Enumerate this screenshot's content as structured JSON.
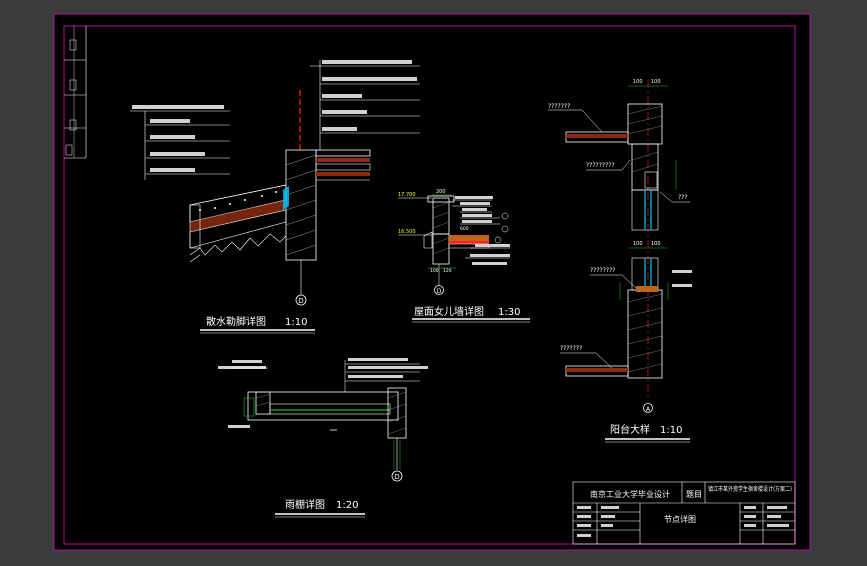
{
  "colors": {
    "viewport_bg": "#3b3b3b",
    "sheet_bg": "#000000",
    "frame": "#b0109f",
    "white": "#ffffff",
    "red": "#ff2020",
    "brown": "#8a2a10",
    "green": "#20c020",
    "cyan": "#00c8ff",
    "yellow": "#ffff00",
    "gray": "#9a9a9a"
  },
  "details": {
    "apron": {
      "title": "散水勒脚详图",
      "scale": "1:10",
      "marker": "D"
    },
    "parapet": {
      "title": "屋面女儿墙详图",
      "scale": "1:30",
      "marker": "D",
      "elev_top": "17.700",
      "elev_low": "16.500",
      "dims": [
        "200",
        "100",
        "120",
        "600"
      ]
    },
    "canopy": {
      "title": "雨棚详图",
      "scale": "1:20",
      "marker": "D"
    },
    "balcony": {
      "title": "阳台大样",
      "scale": "1:10",
      "marker": "A",
      "dims_top": [
        "100",
        "100"
      ],
      "dims_mid": [
        "100",
        "100"
      ],
      "labels": [
        "???????",
        "?????????",
        "???",
        "????????",
        "???????"
      ]
    }
  },
  "title_block": {
    "school": "南京工业大学毕业设计",
    "title_label": "题目",
    "project": "镇江市某外资学生宿舍楼设计(方案二)",
    "drawing_name": "节点详图"
  }
}
